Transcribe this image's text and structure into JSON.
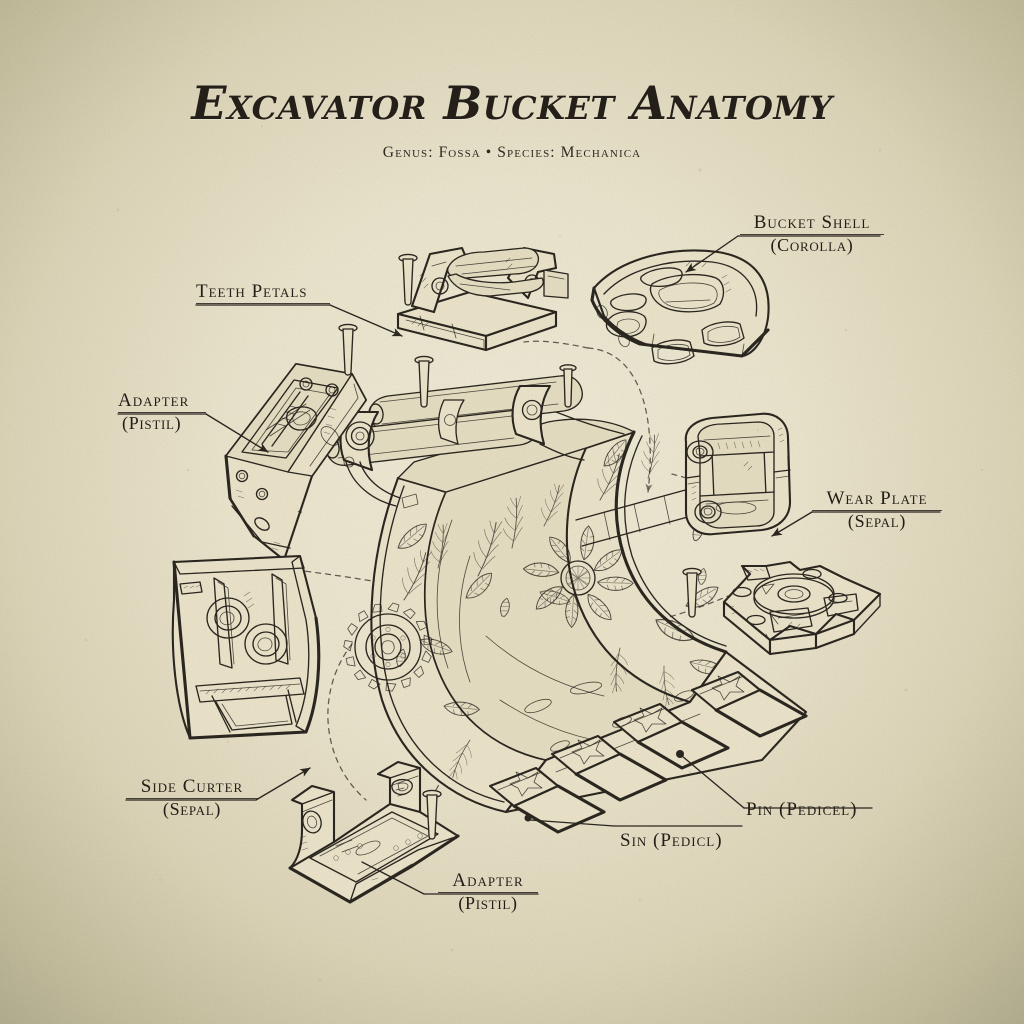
{
  "document": {
    "title": "Excavator Bucket Anatomy",
    "subtitle": "Genus: Fossa • Species: Mechanica",
    "style": "vintage botanical exploded technical plate",
    "paper_color": "#ece5cb",
    "ink_color": "#2b2720",
    "vignette_color": "#aaa688"
  },
  "labels": [
    {
      "name": "teeth-petals",
      "primary": "Teeth Petals",
      "secondary": ""
    },
    {
      "name": "adapter-top",
      "primary": "Adapter",
      "secondary": "(Pistil)"
    },
    {
      "name": "bucket-shell",
      "primary": "Bucket Shell",
      "secondary": "(Corolla)"
    },
    {
      "name": "wear-plate",
      "primary": "Wear Plate",
      "secondary": "(Sepal)"
    },
    {
      "name": "side-cutter",
      "primary": "Side Curter",
      "secondary": "(Sepal)"
    },
    {
      "name": "adapter-bottom",
      "primary": "Adapter",
      "secondary": "(Pistil)"
    },
    {
      "name": "pin",
      "primary": "Pin (Pedicel)",
      "secondary": ""
    },
    {
      "name": "sin",
      "primary": "Sin (Pedicl)",
      "secondary": ""
    }
  ],
  "parts": [
    {
      "name": "bucket-body",
      "description": "central excavator bucket with botanical leaf engraving"
    },
    {
      "name": "bucket-shell-plate",
      "description": "curved slotted shell plate, upper right"
    },
    {
      "name": "adapter-block-top",
      "description": "adapter block, upper left"
    },
    {
      "name": "lug-bracket-top",
      "description": "twin-lug mounting bracket, upper centre"
    },
    {
      "name": "wear-plate-part",
      "description": "open-frame wear plate, right"
    },
    {
      "name": "square-pad-plate",
      "description": "square mounting pad with boss, lower right"
    },
    {
      "name": "side-cutter-plate",
      "description": "flat side cutter plate, left"
    },
    {
      "name": "adapter-bracket",
      "description": "U-channel adapter bracket, lower centre"
    },
    {
      "name": "bucket-teeth",
      "description": "four bucket teeth with star engraving"
    },
    {
      "name": "gear-rosette",
      "description": "engraved gear / cog ornament on bucket side"
    },
    {
      "name": "flower-rosette",
      "description": "engraved flower rosette on bucket interior"
    }
  ],
  "fasteners": [
    {
      "name": "pin-fastener-1"
    },
    {
      "name": "pin-fastener-2"
    },
    {
      "name": "pin-fastener-3"
    },
    {
      "name": "pin-fastener-4"
    },
    {
      "name": "pin-fastener-5"
    },
    {
      "name": "pin-fastener-6"
    }
  ]
}
